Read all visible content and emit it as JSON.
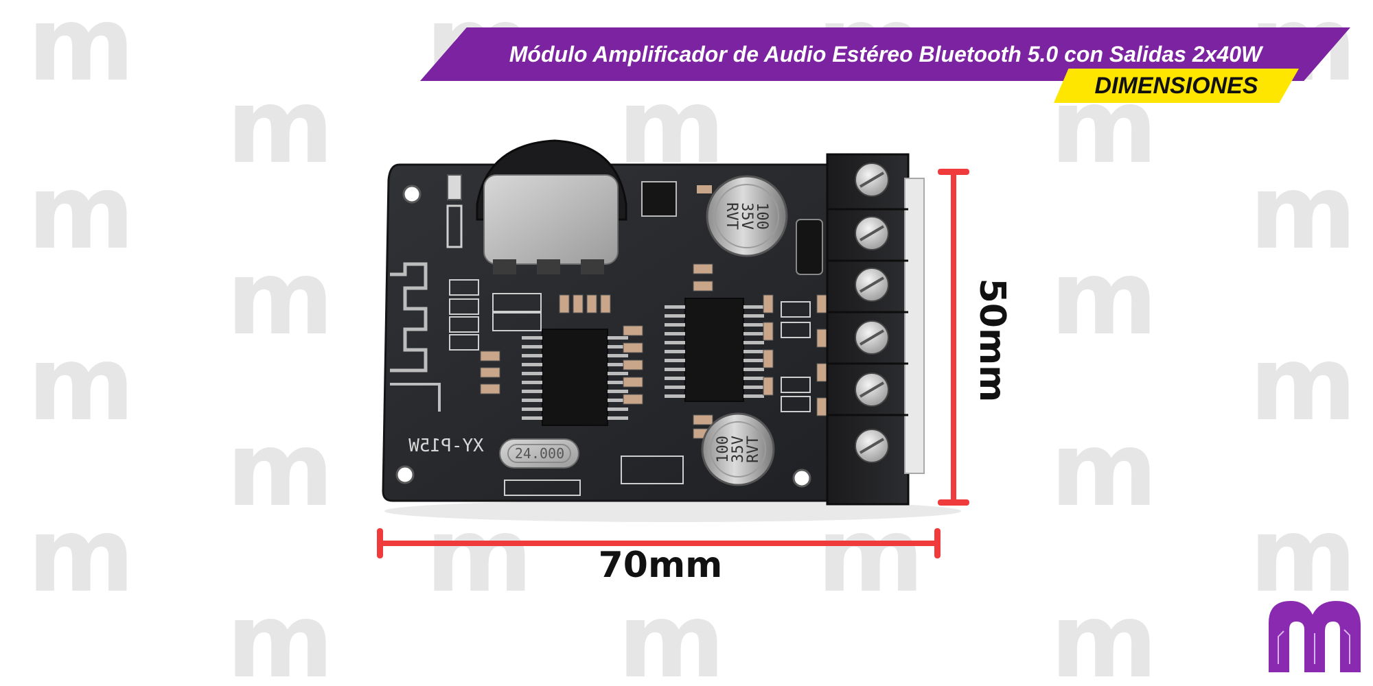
{
  "banner": {
    "title": "Módulo Amplificador de Audio Estéreo Bluetooth 5.0 con Salidas 2x40W",
    "subtitle": "DIMENSIONES",
    "purple": "#7b23a0",
    "yellow": "#ffe600"
  },
  "dimensions": {
    "width_label": "70mm",
    "height_label": "50mm",
    "color": "#ef3b3b"
  },
  "board": {
    "model": "XY-P15W",
    "crystal": "24.000",
    "capacitor_top": [
      "100",
      "35V",
      "RVT"
    ],
    "capacitor_bottom": [
      "100",
      "35V",
      "RVT"
    ]
  },
  "watermark": {
    "glyph": "m",
    "color": "#e6e6e6"
  },
  "logo": {
    "glyph": "m",
    "color": "#8a2ab0"
  }
}
